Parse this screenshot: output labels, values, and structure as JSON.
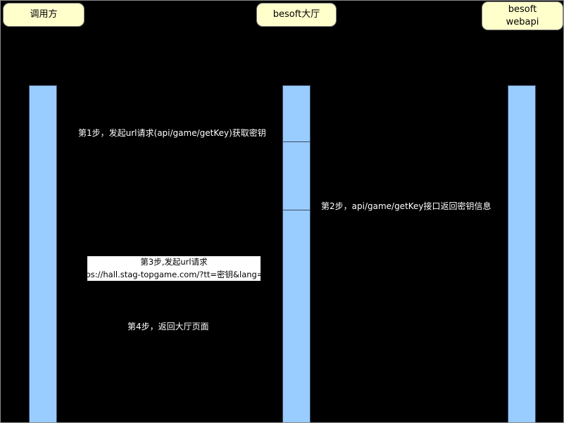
{
  "participants": {
    "caller": {
      "label": "调用方"
    },
    "hall": {
      "label": "besoft大厅"
    },
    "webapi": {
      "line1": "besoft",
      "line2": "webapi"
    }
  },
  "messages": {
    "step1": "第1步，发起url请求(api/game/getKey)获取密钥",
    "step2": "第2步，api/game/getKey接口返回密钥信息",
    "step3_line1": "第3步,发起url请求",
    "step3_line2": "(https://hall.stag-topgame.com/?tt=密钥&lang=en)",
    "step4": "第4步，返回大厅页面"
  },
  "colors": {
    "background": "#000000",
    "participant_fill": "#FFFFCC",
    "lifeline_fill": "#99CCFF",
    "note_fill": "#FFFFFF",
    "note_text": "#000000",
    "message_text": "#FFFFFF"
  }
}
